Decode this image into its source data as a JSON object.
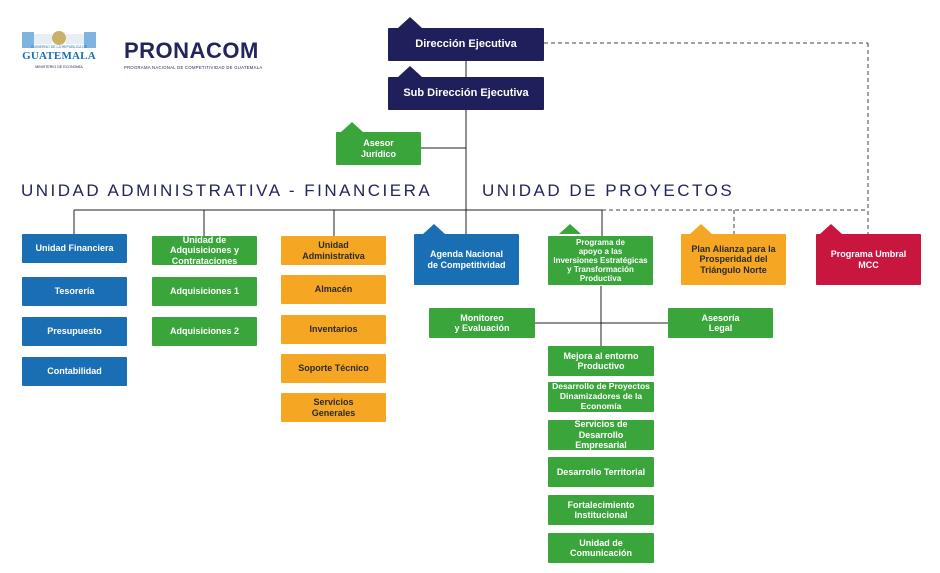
{
  "logos": {
    "guatemala": {
      "top_text": "GOBIERNO DE LA REPÚBLICA DE",
      "name": "GUATEMALA",
      "bottom_text": "MINISTERIO DE ECONOMÍA"
    },
    "pronacom": {
      "name": "PRONACOM",
      "subtitle": "PROGRAMA NACIONAL DE COMPETITIVIDAD DE GUATEMALA"
    }
  },
  "colors": {
    "navy": "#1f1f5c",
    "blue": "#1a6fb4",
    "green": "#3aa53a",
    "orange": "#f5a623",
    "red": "#c9163f"
  },
  "top": {
    "direccion": "Dirección Ejecutiva",
    "subdireccion": "Sub Dirección Ejecutiva",
    "asesor": "Asesor\nJurídico"
  },
  "headings": {
    "admin": "UNIDAD ADMINISTRATIVA - FINANCIERA",
    "proyectos": "UNIDAD DE PROYECTOS"
  },
  "financiera": [
    "Unidad Financiera",
    "Tesorería",
    "Presupuesto",
    "Contabilidad"
  ],
  "adquisiciones": [
    "Unidad de\nAdquisiciones y\nContrataciones",
    "Adquisiciones 1",
    "Adquisiciones 2"
  ],
  "administrativa": [
    "Unidad\nAdministrativa",
    "Almacén",
    "Inventarios",
    "Soporte Técnico",
    "Servicios\nGenerales"
  ],
  "proyectos": {
    "agenda": "Agenda Nacional\nde Competitividad",
    "programa_apoyo": "Programa de\napoyo a las\nInversiones Estratégicas\ny Transformación\nProductiva",
    "plan_alianza": "Plan Alianza para la\nProsperidad del\nTriángulo Norte",
    "umbral": "Programa Umbral\nMCC",
    "monitoreo": "Monitoreo\ny Evaluación",
    "asesoria": "Asesoría\nLegal",
    "sub_units": [
      "Mejora al entorno\nProductivo",
      "Desarrollo de Proyectos\nDinamizadores de la\nEconomía",
      "Servicios de Desarrollo\nEmpresarial",
      "Desarrollo Territorial",
      "Fortalecimiento\nInstitucional",
      "Unidad de\nComunicación"
    ]
  }
}
